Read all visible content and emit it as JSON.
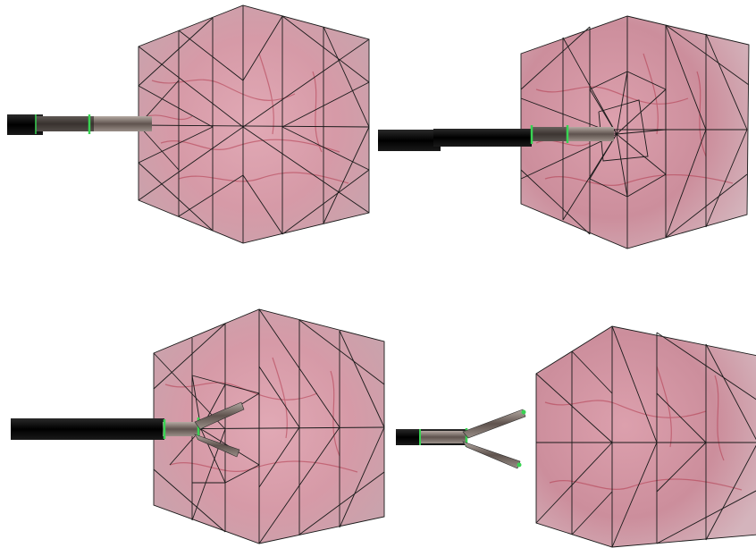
{
  "figure": {
    "description_visible_text": "",
    "background": "#ffffff",
    "colors": {
      "tissue_light": "#e9c6cf",
      "tissue_mid": "#c98a97",
      "tissue_dark": "#a85a6d",
      "vessel": "#b23a4e",
      "mesh_line": "#1a1a1a",
      "tool_shaft": "#0a0a0a",
      "tool_tip": "#7a6a64",
      "marker_green": "#39d353"
    },
    "panels": [
      {
        "id": "top-left",
        "state": "tool-approaching",
        "jaws": "closed"
      },
      {
        "id": "top-right",
        "state": "tool-inserted-deformation",
        "jaws": "closed"
      },
      {
        "id": "bottom-left",
        "state": "tool-inserted-jaws-open",
        "jaws": "open"
      },
      {
        "id": "bottom-right",
        "state": "tool-retracted-jaws-open",
        "jaws": "open"
      }
    ]
  }
}
